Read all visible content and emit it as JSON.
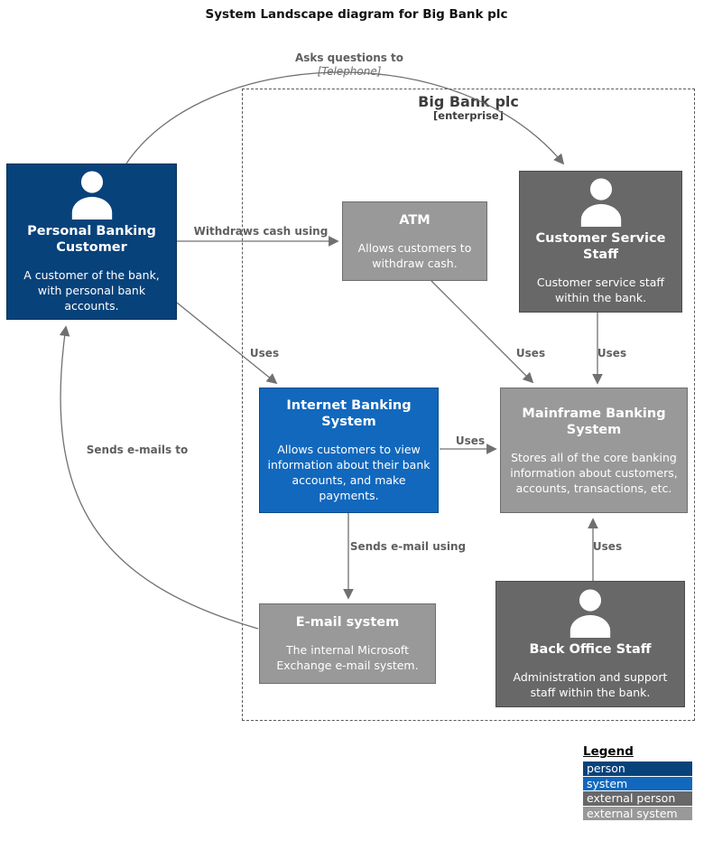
{
  "title": "System Landscape diagram for Big Bank plc",
  "boundary": {
    "name": "Big Bank plc",
    "type": "[enterprise]"
  },
  "palette": {
    "person": "#08427B",
    "system": "#1168BD",
    "external_person": "#686868",
    "external_system": "#999999",
    "line": "#707070"
  },
  "nodes": [
    {
      "id": "personal-banking-customer",
      "kind": "person",
      "title": "Personal Banking Customer",
      "desc": "A customer of the bank, with personal bank accounts."
    },
    {
      "id": "atm",
      "kind": "external_system",
      "title": "ATM",
      "desc": "Allows customers to withdraw cash."
    },
    {
      "id": "customer-service-staff",
      "kind": "external_person",
      "title": "Customer Service Staff",
      "desc": "Customer service staff within the bank."
    },
    {
      "id": "internet-banking-system",
      "kind": "system",
      "title": "Internet Banking System",
      "desc": "Allows customers to view information about their bank accounts, and make payments."
    },
    {
      "id": "mainframe-banking-system",
      "kind": "external_system",
      "title": "Mainframe Banking System",
      "desc": "Stores all of the core banking information about customers, accounts, transactions, etc."
    },
    {
      "id": "email-system",
      "kind": "external_system",
      "title": "E-mail system",
      "desc": "The internal Microsoft Exchange e-mail system."
    },
    {
      "id": "back-office-staff",
      "kind": "external_person",
      "title": "Back Office Staff",
      "desc": "Administration and support staff within the bank."
    }
  ],
  "relationships": [
    {
      "from": "personal-banking-customer",
      "to": "customer-service-staff",
      "label": "Asks questions to",
      "tech": "[Telephone]"
    },
    {
      "from": "personal-banking-customer",
      "to": "atm",
      "label": "Withdraws cash using"
    },
    {
      "from": "personal-banking-customer",
      "to": "internet-banking-system",
      "label": "Uses"
    },
    {
      "from": "atm",
      "to": "mainframe-banking-system",
      "label": "Uses"
    },
    {
      "from": "customer-service-staff",
      "to": "mainframe-banking-system",
      "label": "Uses"
    },
    {
      "from": "internet-banking-system",
      "to": "mainframe-banking-system",
      "label": "Uses"
    },
    {
      "from": "internet-banking-system",
      "to": "email-system",
      "label": "Sends e-mail using"
    },
    {
      "from": "back-office-staff",
      "to": "mainframe-banking-system",
      "label": "Uses"
    },
    {
      "from": "email-system",
      "to": "personal-banking-customer",
      "label": "Sends e-mails to"
    }
  ],
  "legend": {
    "title": "Legend",
    "items": [
      {
        "label": "person",
        "color": "#08427B"
      },
      {
        "label": "system",
        "color": "#1168BD"
      },
      {
        "label": "external person",
        "color": "#686868"
      },
      {
        "label": "external system",
        "color": "#999999"
      }
    ]
  }
}
